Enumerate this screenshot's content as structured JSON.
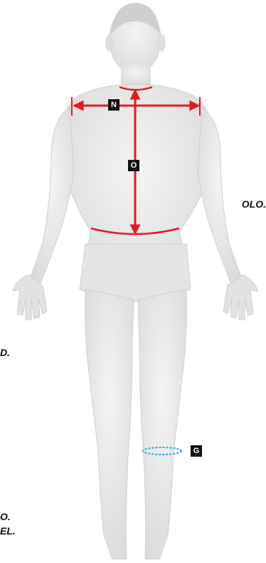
{
  "labels": {
    "n": "N",
    "o": "O",
    "g": "G"
  },
  "edge_text": {
    "line1": "OLO.",
    "line2": "D.",
    "line3": "O.",
    "line4": "EL."
  },
  "colors": {
    "measure_red": "#e01b24",
    "measure_blue": "#29a8e0",
    "body": "#e9e9e9",
    "hair": "#cfcfcf"
  }
}
